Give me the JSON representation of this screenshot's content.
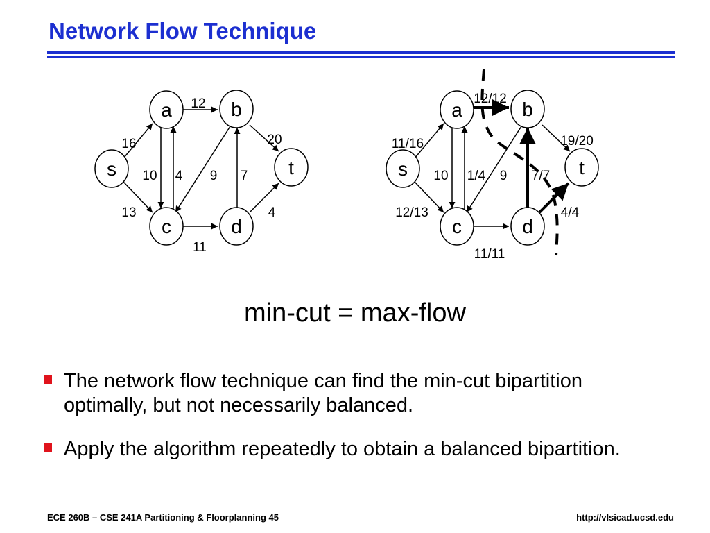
{
  "slide": {
    "title": "Network Flow Technique",
    "equation": "min-cut = max-flow",
    "bullets": [
      "The network flow technique can find the min-cut bipartition optimally, but not necessarily balanced.",
      "Apply the algorithm repeatedly to obtain a balanced bipartition."
    ],
    "footer_left": "ECE 260B – CSE 241A Partitioning & Floorplanning 45",
    "footer_right": "http://vlsicad.ucsd.edu"
  },
  "colors": {
    "title": "#1c2fd0",
    "rule": "#1c2fd0",
    "bullet": "#e0131c"
  },
  "graph_left": {
    "nodes": {
      "s": "s",
      "a": "a",
      "b": "b",
      "c": "c",
      "d": "d",
      "t": "t"
    },
    "edges": {
      "s_a": "16",
      "a_b": "12",
      "b_t": "20",
      "s_c": "13",
      "c_d": "11",
      "d_t": "4",
      "a_c": "10",
      "c_a": "4",
      "b_c": "9",
      "d_b": "7"
    }
  },
  "graph_right": {
    "nodes": {
      "s": "s",
      "a": "a",
      "b": "b",
      "c": "c",
      "d": "d",
      "t": "t"
    },
    "edges": {
      "s_a": "11/16",
      "a_b": "12/12",
      "b_t": "19/20",
      "s_c": "12/13",
      "c_d": "11/11",
      "d_t": "4/4",
      "a_c": "10",
      "c_a": "1/4",
      "b_c": "9",
      "d_b": "7/7"
    }
  }
}
